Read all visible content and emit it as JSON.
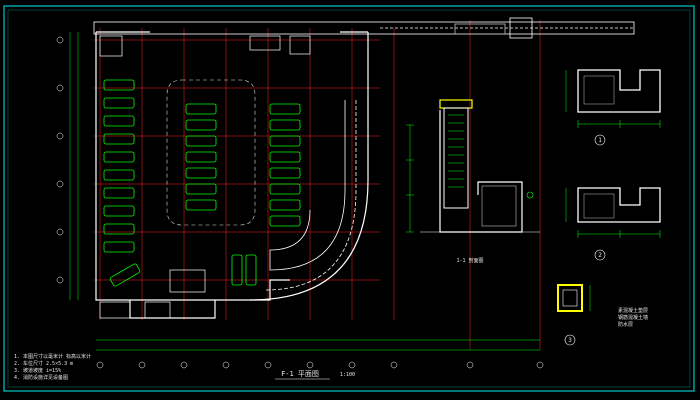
{
  "colors": {
    "background": "#000000",
    "frame": "#00c8c8",
    "wall": "#ffffff",
    "grid": "#ff2020",
    "car": "#00ff00",
    "dimension": "#00ff00",
    "text": "#e8e8e8",
    "stair": "#ffff00"
  },
  "plan": {
    "title": "F-1 平面图",
    "scale": "1:100"
  },
  "section": {
    "title": "1-1 剖面图"
  },
  "details": {
    "labels": [
      "1",
      "2",
      "3"
    ]
  },
  "notes": [
    "1. 本图尺寸以毫米计 标高以米计",
    "2. 车位尺寸 2.5×5.3 m",
    "3. 坡道坡度 i=15%",
    "4. 消防设施详见设备图"
  ],
  "legend": [
    "素混凝土垫层",
    "钢筋混凝土墙",
    "防水层"
  ]
}
